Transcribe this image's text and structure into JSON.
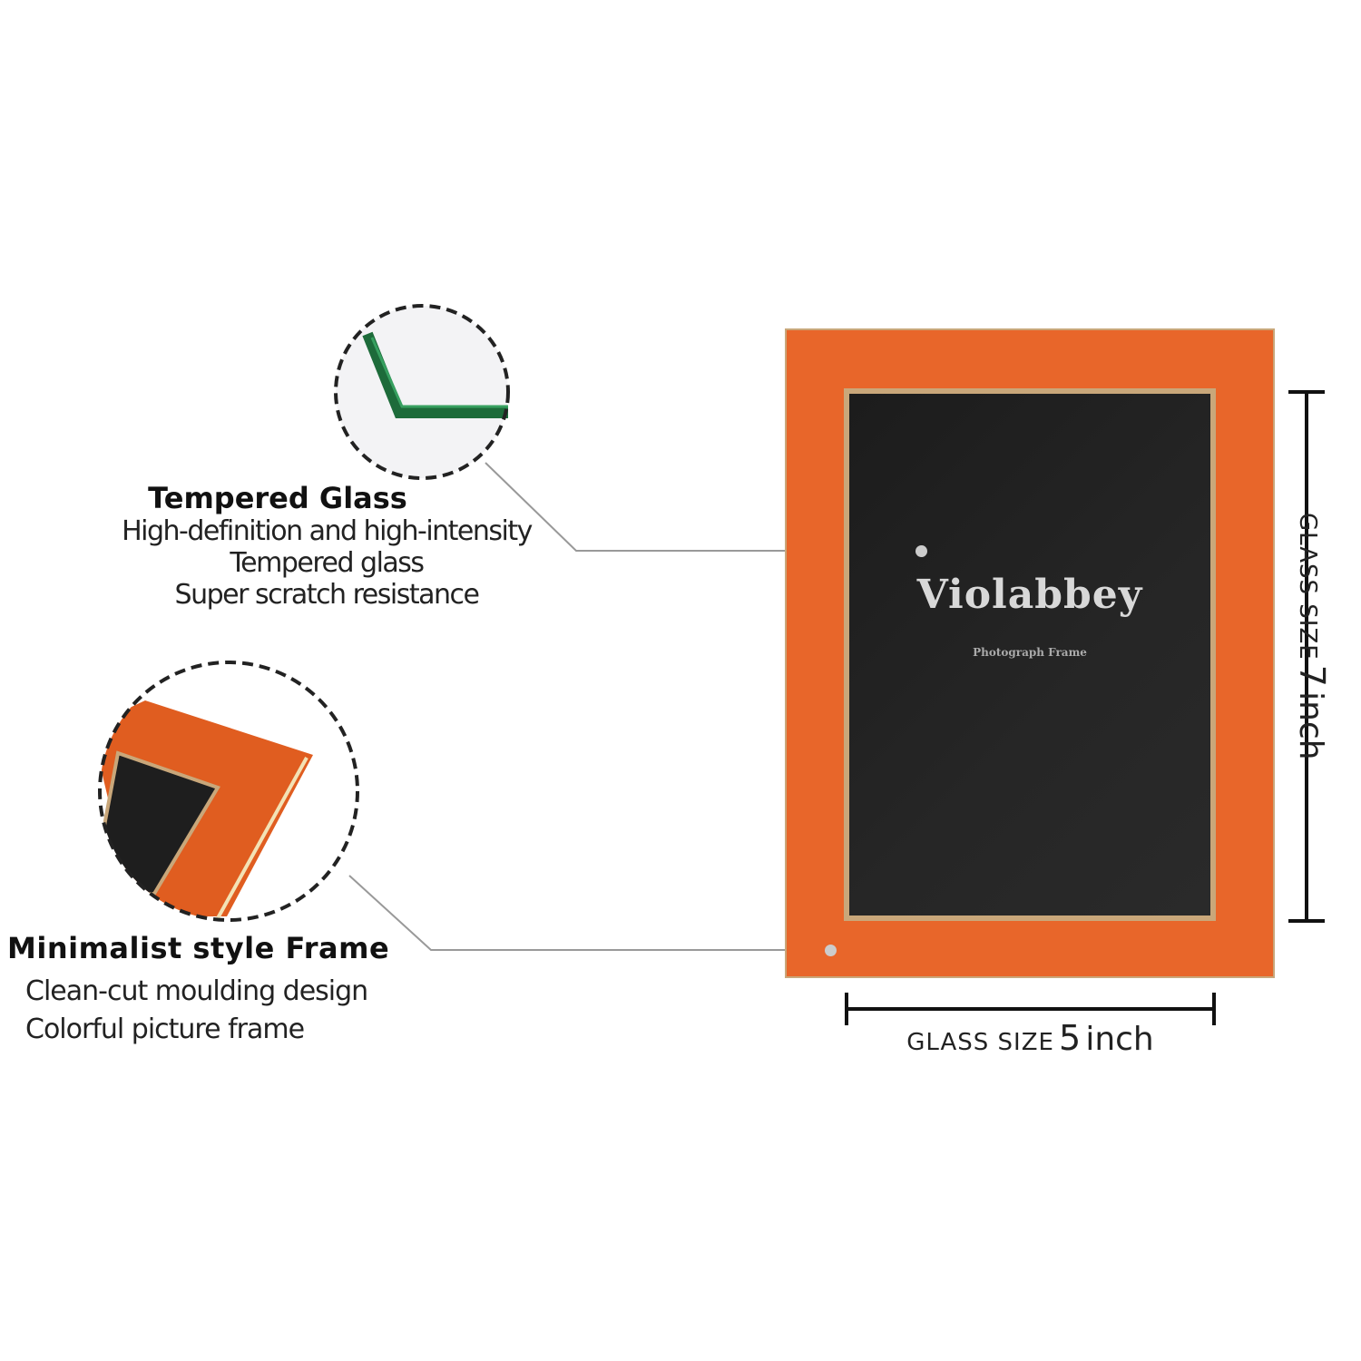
{
  "features": [
    {
      "title": "Tempered Glass",
      "lines": [
        "High-definition and high-intensity",
        "Tempered glass",
        "Super scratch resistance"
      ]
    },
    {
      "title": "Minimalist style Frame",
      "lines": [
        "Clean-cut moulding design",
        "Colorful picture frame"
      ]
    }
  ],
  "product": {
    "brand_logo": "Violabbey",
    "logo_subtitle": "Photograph Frame"
  },
  "dimensions": {
    "width_label": "GLASS SIZE",
    "width_value": "5",
    "width_unit": "inch",
    "height_label": "GLASS SIZE",
    "height_value": "7",
    "height_unit": "inch"
  },
  "colors": {
    "frame": "#e8662a",
    "trim": "#c9a77a",
    "glass": "#1c1c1c",
    "glass_edge": "#1f7a3e"
  }
}
